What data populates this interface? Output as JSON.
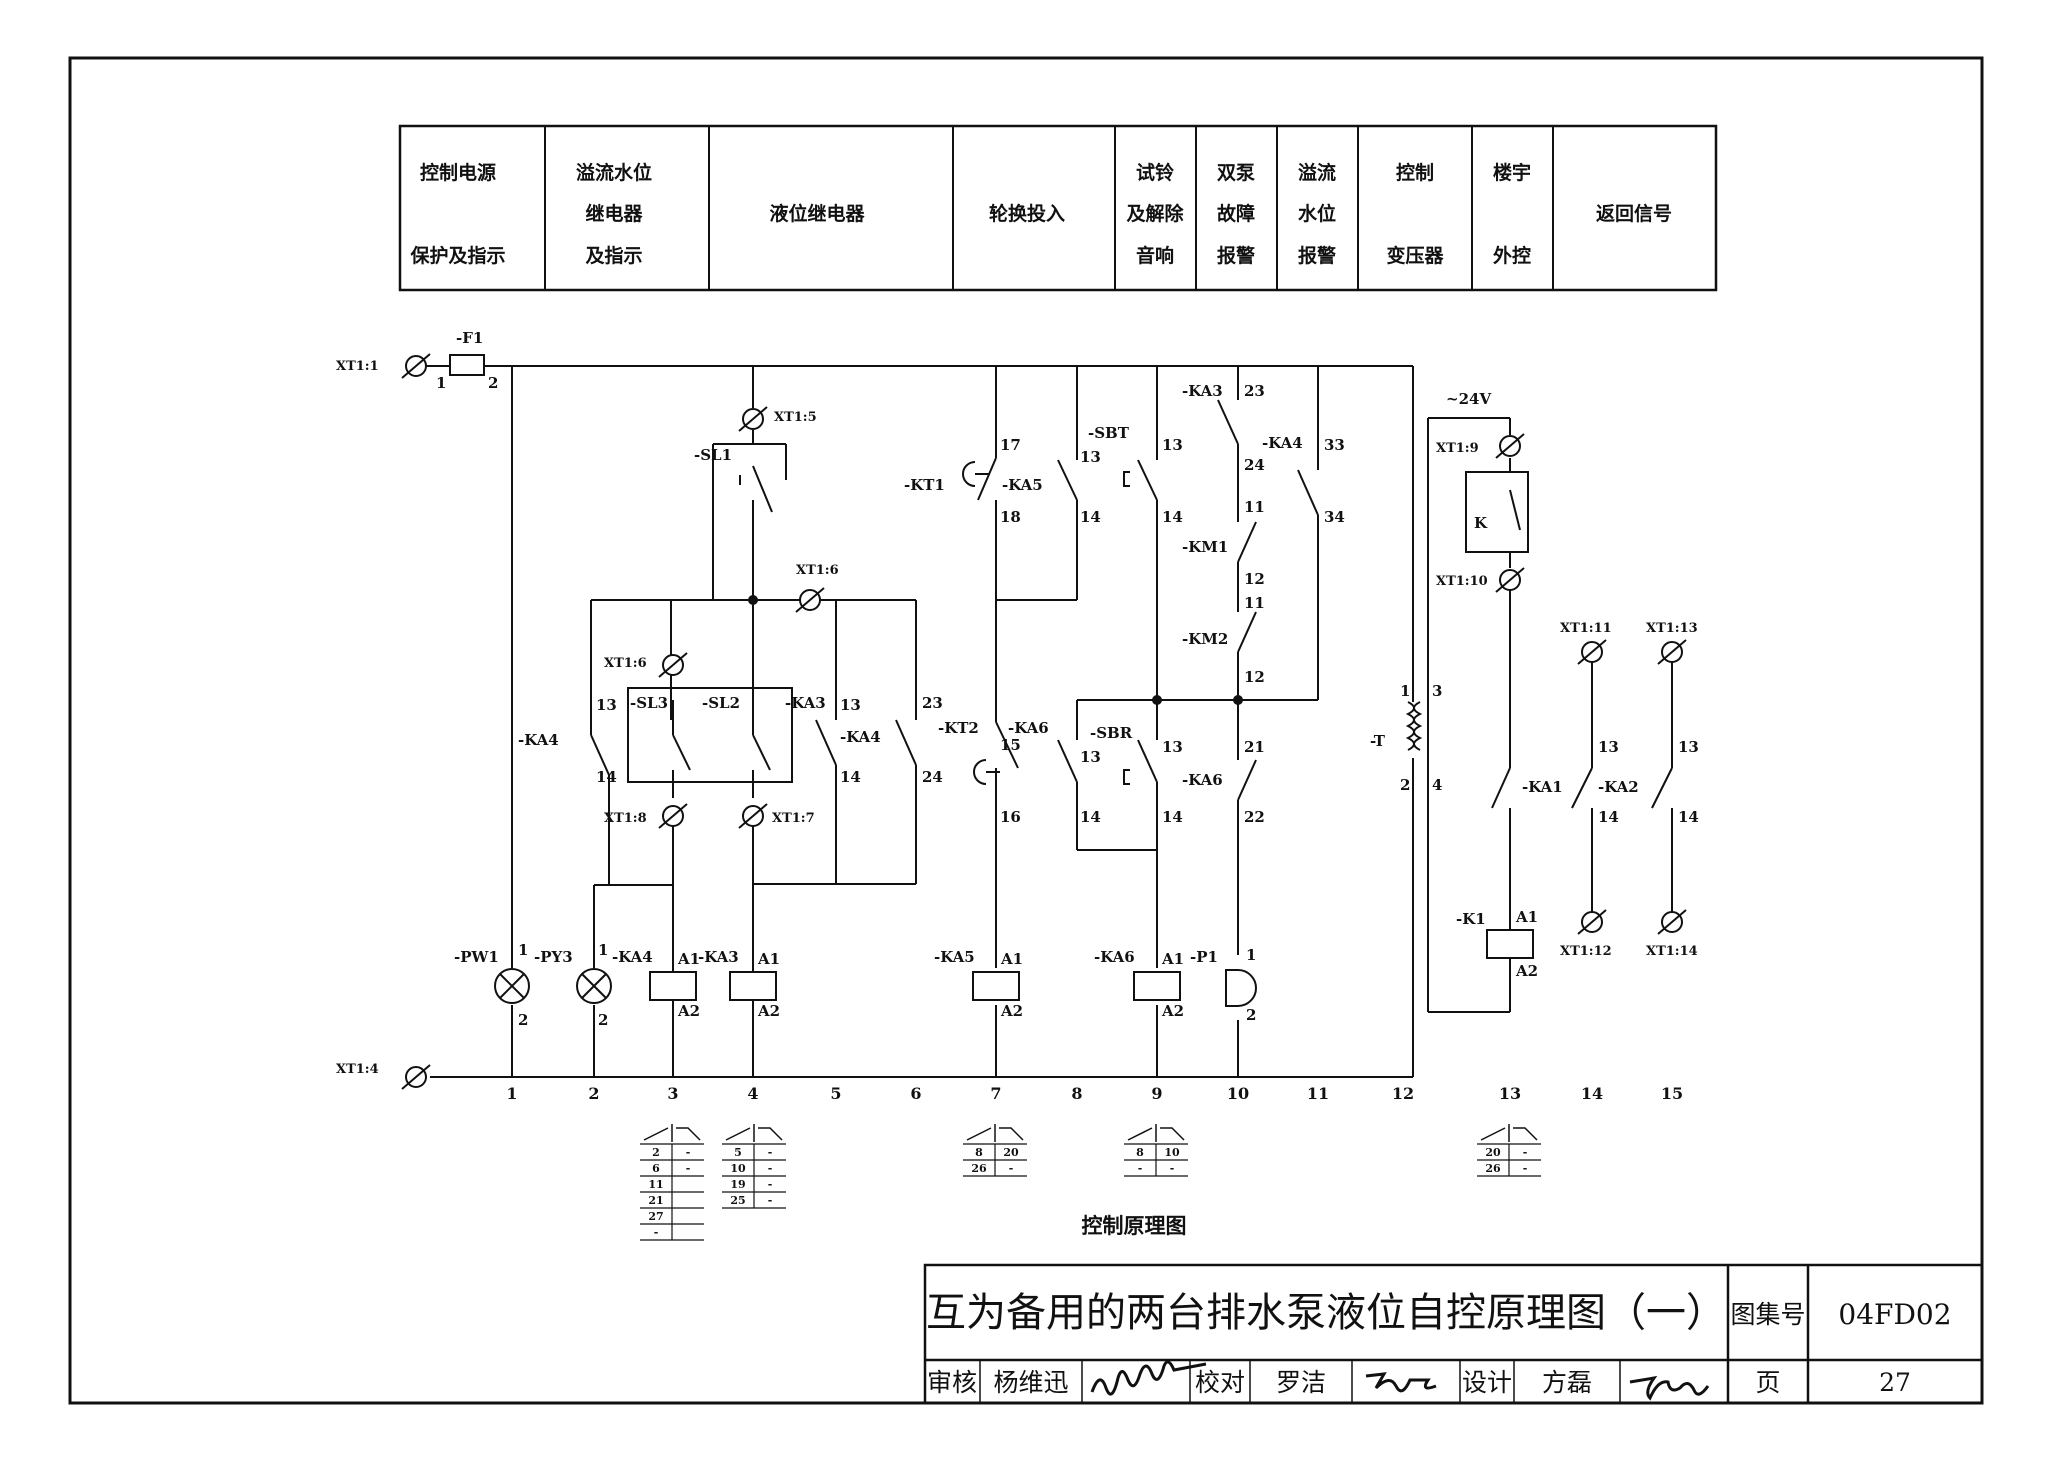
{
  "header_columns": [
    {
      "lines": [
        "控制电源",
        "保护及指示"
      ]
    },
    {
      "lines": [
        "溢流水位",
        "继电器",
        "及指示"
      ]
    },
    {
      "lines": [
        "液位继电器"
      ]
    },
    {
      "lines": [
        "轮换投入"
      ]
    },
    {
      "lines": [
        "试铃",
        "及解除",
        "音响"
      ]
    },
    {
      "lines": [
        "双泵",
        "故障",
        "报警"
      ]
    },
    {
      "lines": [
        "溢流",
        "水位",
        "报警"
      ]
    },
    {
      "lines": [
        "控制",
        "变压器"
      ]
    },
    {
      "lines": [
        "楼宇",
        "外控"
      ]
    },
    {
      "lines": [
        "返回信号"
      ]
    }
  ],
  "terminals": {
    "t1": "XT1:1",
    "t4": "XT1:4",
    "t5": "XT1:5",
    "t6a": "XT1:6",
    "t6b": "XT1:6",
    "t7": "XT1:7",
    "t8": "XT1:8",
    "t9": "XT1:9",
    "t10": "XT1:10",
    "t11": "XT1:11",
    "t12": "XT1:12",
    "t13": "XT1:13",
    "t14": "XT1:14"
  },
  "labels": {
    "F1": "-F1",
    "KA4a": "-KA4",
    "SL1": "-SL1",
    "SL3": "-SL3",
    "SL2": "-SL2",
    "KA3a": "-KA3",
    "KA4b": "-KA4",
    "KT1": "-KT1",
    "KA5c": "-KA5",
    "KT2": "-KT2",
    "KA6c": "-KA6",
    "SBT": "-SBT",
    "SBR": "-SBR",
    "KA6b": "-KA6",
    "KA3top": "-KA3",
    "KA4top": "-KA4",
    "KM1": "-KM1",
    "KM2": "-KM2",
    "T": "-T",
    "v24": "~24V",
    "K": "K",
    "KA1": "-KA1",
    "KA2": "-KA2",
    "PW1": "-PW1",
    "PY3": "-PY3",
    "KA4coil": "-KA4",
    "KA3coil": "-KA3",
    "KA5coil": "-KA5",
    "KA6coil": "-KA6",
    "P1": "-P1",
    "K1": "-K1"
  },
  "pins": {
    "f1_1": "1",
    "f1_2": "2",
    "p13a": "13",
    "p14a": "14",
    "p13b": "13",
    "p14b": "14",
    "p23": "23",
    "p24": "24",
    "p17": "17",
    "p18": "18",
    "p15": "15",
    "p16": "16",
    "p13c": "13",
    "p14c": "14",
    "p13d": "13",
    "p14d": "14",
    "p13e": "13",
    "p14e": "14",
    "p13f": "13",
    "p14f": "14",
    "p23t": "23",
    "p24t": "24",
    "p11a": "11",
    "p12a": "12",
    "p11b": "11",
    "p12b": "12",
    "p21": "21",
    "p22": "22",
    "p33": "33",
    "p34": "34",
    "t1": "1",
    "t2": "2",
    "t3": "3",
    "t4": "4",
    "p13g": "13",
    "p14g": "14",
    "p13h": "13",
    "p14h": "14",
    "pw1_1": "1",
    "pw1_2": "2",
    "py3_1": "1",
    "py3_2": "2",
    "a1a": "A1",
    "a2a": "A2",
    "a1b": "A1",
    "a2b": "A2",
    "a1c": "A1",
    "a2c": "A2",
    "a1d": "A1",
    "a2d": "A2",
    "p1_1": "1",
    "p1_2": "2",
    "a1e": "A1",
    "a2e": "A2"
  },
  "columns": [
    "1",
    "2",
    "3",
    "4",
    "5",
    "6",
    "7",
    "8",
    "9",
    "10",
    "11",
    "12",
    "13",
    "14",
    "15"
  ],
  "contact_tables": [
    {
      "rows": [
        [
          "2",
          "-"
        ],
        [
          "6",
          "-"
        ],
        [
          "11",
          ""
        ],
        [
          "21",
          ""
        ],
        [
          "27",
          ""
        ],
        [
          "-",
          ""
        ]
      ]
    },
    {
      "rows": [
        [
          "5",
          "-"
        ],
        [
          "10",
          "-"
        ],
        [
          "19",
          "-"
        ],
        [
          "25",
          "-"
        ]
      ]
    },
    {
      "rows": [
        [
          "8",
          "20"
        ],
        [
          "26",
          "-"
        ]
      ]
    },
    {
      "rows": [
        [
          "8",
          "10"
        ],
        [
          "-",
          "-"
        ]
      ]
    },
    {
      "rows": [
        [
          "20",
          "-"
        ],
        [
          "26",
          "-"
        ]
      ]
    }
  ],
  "caption": "控制原理图",
  "title_block": {
    "title": "互为备用的两台排水泵液位自控原理图（一）",
    "atlas_label": "图集号",
    "atlas_no": "04FD02",
    "review_label": "审核",
    "reviewer": "杨维迅",
    "check_label": "校对",
    "checker": "罗洁",
    "design_label": "设计",
    "designer": "方磊",
    "page_label": "页",
    "page_no": "27"
  }
}
